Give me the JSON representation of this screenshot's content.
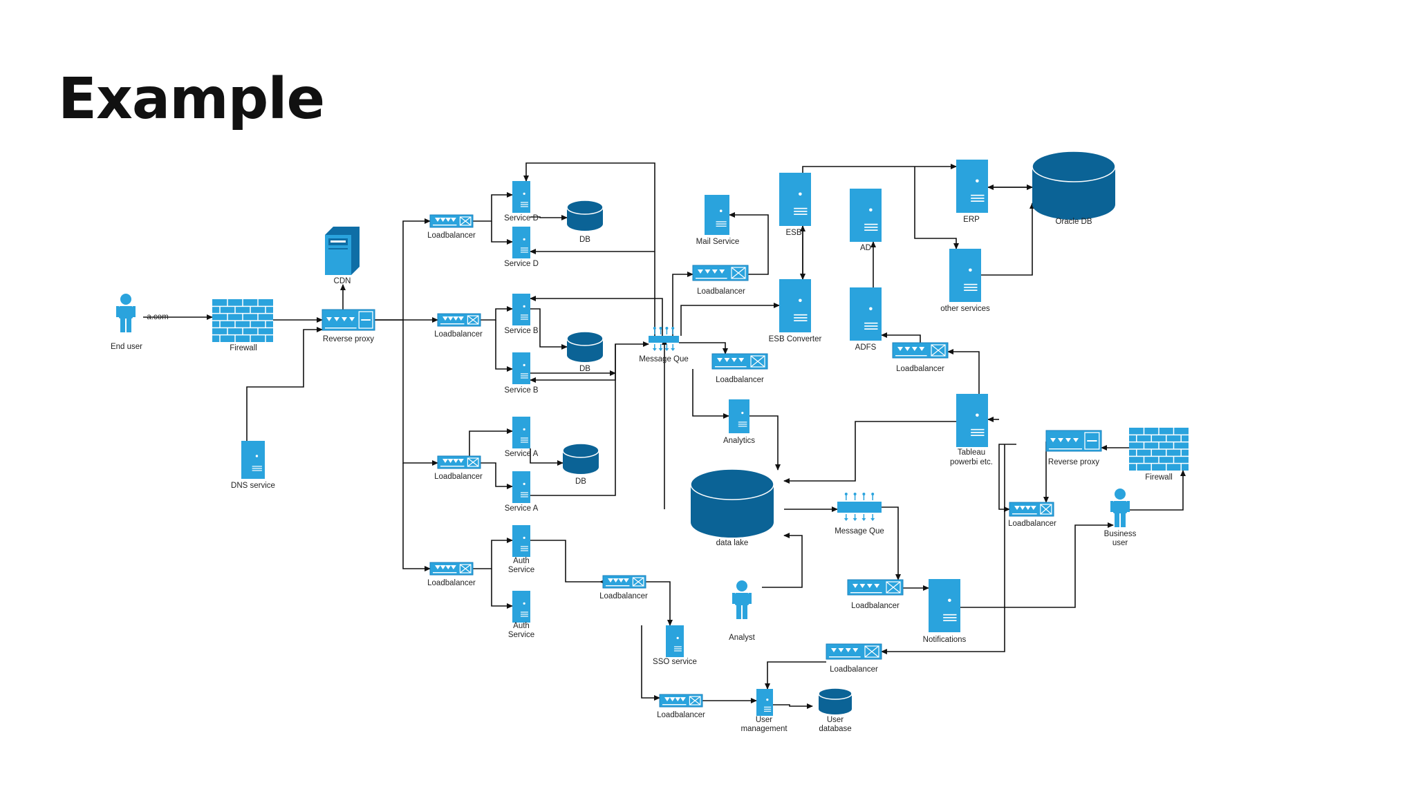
{
  "slide": {
    "title": "Example"
  },
  "theme": {
    "node_fill": "#2aa3dd",
    "node_dark": "#0f6ea6",
    "db_fill": "#0b6396",
    "line": "#111111"
  },
  "labels": {
    "end_user": "End user",
    "edge_acom": "a.com",
    "firewall_left": "Firewall",
    "cdn": "CDN",
    "reverse_proxy_left": "Reverse proxy",
    "dns_service": "DNS service",
    "lb_d": "Loadbalancer",
    "lb_b": "Loadbalancer",
    "lb_a": "Loadbalancer",
    "lb_auth": "Loadbalancer",
    "service_d1": "Service D",
    "service_d2": "Service D",
    "service_b1": "Service B",
    "service_b2": "Service B",
    "service_a1": "Service A",
    "service_a2": "Service A",
    "auth1": [
      "Auth",
      "Service"
    ],
    "auth2": [
      "Auth",
      "Service"
    ],
    "db_d": "DB",
    "db_b": "DB",
    "db_a": "DB",
    "mq_top": "Message Que",
    "mail_service": "Mail Service",
    "lb_mail": "Loadbalancer",
    "esb": "ESB",
    "esb_converter": "ESB Converter",
    "ad": "AD",
    "adfs": "ADFS",
    "lb_adfs": "Loadbalancer",
    "erp": "ERP",
    "oracle_db": "Oracle DB",
    "other_services": "other services",
    "lb_analytics": "Loadbalancer",
    "analytics": "Analytics",
    "data_lake": "data lake",
    "analyst": "Analyst",
    "mq_bottom": "Message Que",
    "lb_notif": "Loadbalancer",
    "notifications": "Notifications",
    "tableau": [
      "Tableau",
      "powerbi etc."
    ],
    "reverse_proxy_right": "Reverse proxy",
    "firewall_right": "Firewall",
    "lb_right": "Loadbalancer",
    "business_user": [
      "Business",
      "user"
    ],
    "lb_sso": "Loadbalancer",
    "sso_service": "SSO service",
    "lb_um_in": "Loadbalancer",
    "lb_um_right": "Loadbalancer",
    "user_management": [
      "User",
      "management"
    ],
    "user_database": [
      "User",
      "database"
    ]
  }
}
